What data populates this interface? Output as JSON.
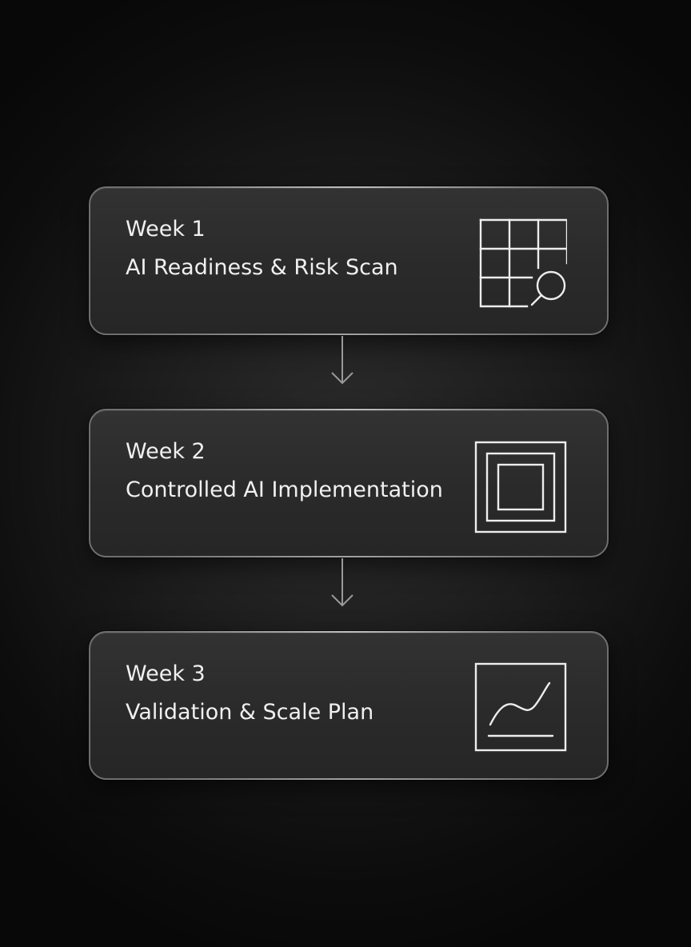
{
  "steps": [
    {
      "week": "Week 1",
      "title": "AI Readiness & Risk Scan",
      "icon": "grid-magnifier-icon"
    },
    {
      "week": "Week 2",
      "title": "Controlled AI Implementation",
      "icon": "nested-squares-icon"
    },
    {
      "week": "Week 3",
      "title": "Validation & Scale Plan",
      "icon": "line-chart-icon"
    }
  ],
  "connectors": [
    {
      "icon": "arrow-down-icon"
    },
    {
      "icon": "arrow-down-icon"
    }
  ],
  "colors": {
    "background": "#0d0d0d",
    "card_fill": "#2c2c2c",
    "card_border": "#6f6f6f",
    "text": "#f0f0f0",
    "icon_stroke": "#ededed",
    "arrow": "#9a9a9a"
  }
}
